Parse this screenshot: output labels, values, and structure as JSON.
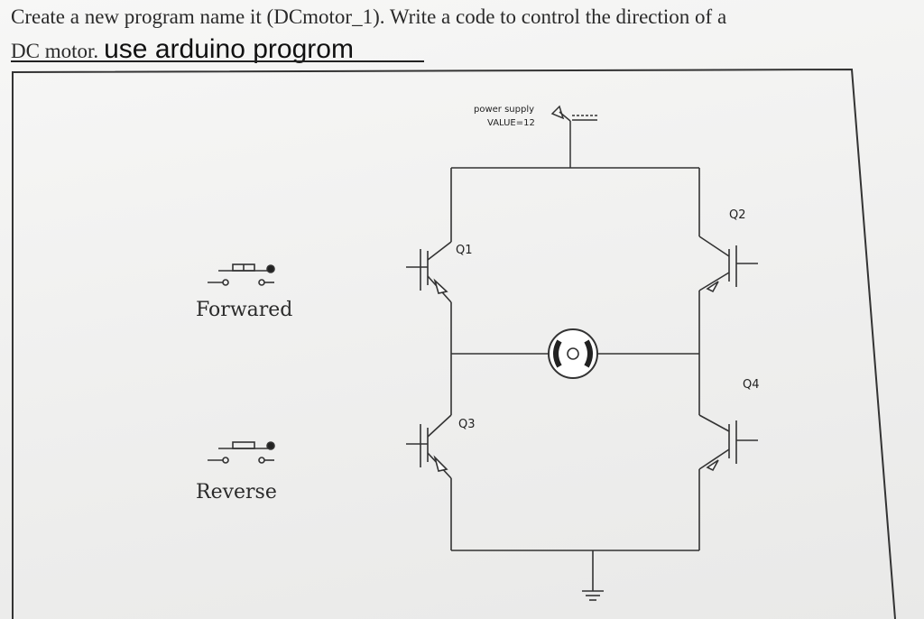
{
  "question": {
    "line1": "Create a new program name it (DCmotor_1). Write a code to control the direction of a",
    "line2_printed": "DC motor.",
    "line2_handwritten": "use arduino progrom"
  },
  "circuit": {
    "power_supply_label": "power supply",
    "power_value_label": "VALUE=12",
    "transistors": [
      "Q1",
      "Q2",
      "Q3",
      "Q4"
    ],
    "buttons": [
      {
        "label": "Forwared"
      },
      {
        "label": "Reverse"
      }
    ]
  },
  "colors": {
    "ink": "#2a2a2a",
    "wire": "#333333",
    "paper": "#f4f4f2"
  }
}
